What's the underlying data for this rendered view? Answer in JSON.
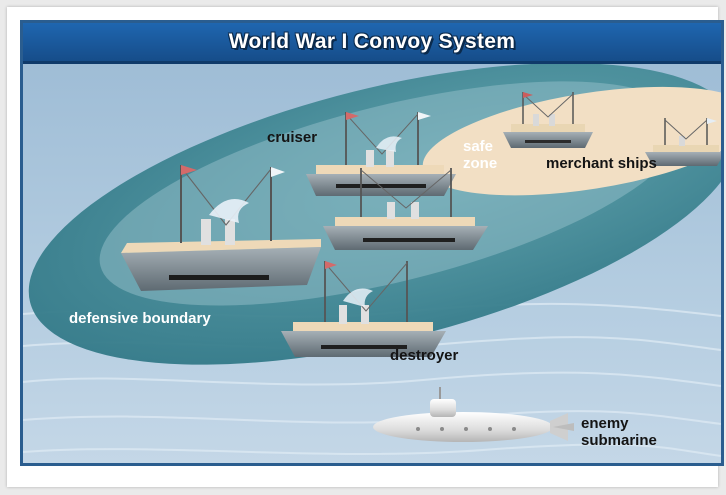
{
  "title": "World War I Convoy System",
  "labels": {
    "cruiser": "cruiser",
    "safe_zone_line1": "safe",
    "safe_zone_line2": "zone",
    "merchant_ships": "merchant ships",
    "defensive_boundary": "defensive boundary",
    "destroyer": "destroyer",
    "enemy_submarine_line1": "enemy",
    "enemy_submarine_line2": "submarine"
  },
  "colors": {
    "title_bar": "#1f66b0",
    "panel_border": "#2a5d8f",
    "sea": "#a9c4da",
    "defensive_ring": "#3f8a98",
    "safe_zone": "#f2dfc4",
    "ship_hull": "#7e8a91",
    "ship_deck": "#eed9b8",
    "submarine": "#e6e6e6"
  }
}
